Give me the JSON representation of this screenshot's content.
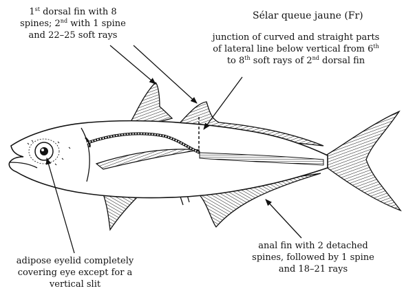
{
  "title": "Sélar queue jaune (Fr)",
  "labels": {
    "dorsal_fins": {
      "line1_a": "1",
      "line1_sup": "st",
      "line1_b": " dorsal fin with 8",
      "line2_a": "spines; 2",
      "line2_sup": "nd",
      "line2_b": " with 1 spine",
      "line3": "and 22–25 soft rays"
    },
    "lateral_line": {
      "line1": "junction of curved and straight parts",
      "line2_a": "of lateral line below vertical from 6",
      "line2_sup": "th",
      "line3_a": "to 8",
      "line3_sup": "th",
      "line3_b": " soft rays of 2",
      "line3_sup2": "nd",
      "line3_c": " dorsal fin"
    },
    "adipose_eyelid": {
      "line1": "adipose eyelid completely",
      "line2": "covering eye except for a",
      "line3": "vertical slit"
    },
    "anal_fin": {
      "line1": "anal fin with 2 detached",
      "line2": "spines, followed by 1 spine",
      "line3": "and 18–21 rays"
    }
  },
  "colors": {
    "ink": "#111111",
    "background": "#ffffff"
  }
}
